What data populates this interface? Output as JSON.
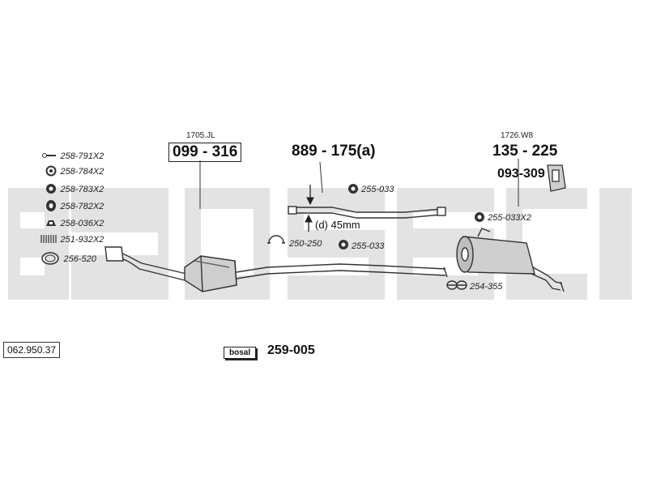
{
  "diagram": {
    "watermark_text": "bosal",
    "catalog_number": "062.950.37",
    "parts": {
      "cat_tag": "1705.JL",
      "cat_number": "099 - 316",
      "mid_number": "889 - 175(a)",
      "rear_tag": "1726.W8",
      "rear_number": "135 - 225",
      "rear_sub_number": "093-309",
      "kit_number": "259-005",
      "kit_logo_text": "bosal",
      "diameter_label": "(d) 45mm"
    },
    "left_accessories": [
      {
        "label": "258-791X2",
        "icon": "bolt-icon"
      },
      {
        "label": "258-784X2",
        "icon": "ring-icon"
      },
      {
        "label": "258-783X2",
        "icon": "rubber-mount-icon"
      },
      {
        "label": "258-782X2",
        "icon": "rubber-mount-tall-icon"
      },
      {
        "label": "258-036X2",
        "icon": "nut-icon"
      },
      {
        "label": "251-932X2",
        "icon": "spring-icon"
      },
      {
        "label": "256-520",
        "icon": "gasket-ring-icon"
      }
    ],
    "callouts": {
      "mount_a": "255-033",
      "mount_b": "255-033",
      "clamp": "250-250",
      "rear_mount": "255-033X2",
      "rear_clamp": "254-355"
    }
  }
}
